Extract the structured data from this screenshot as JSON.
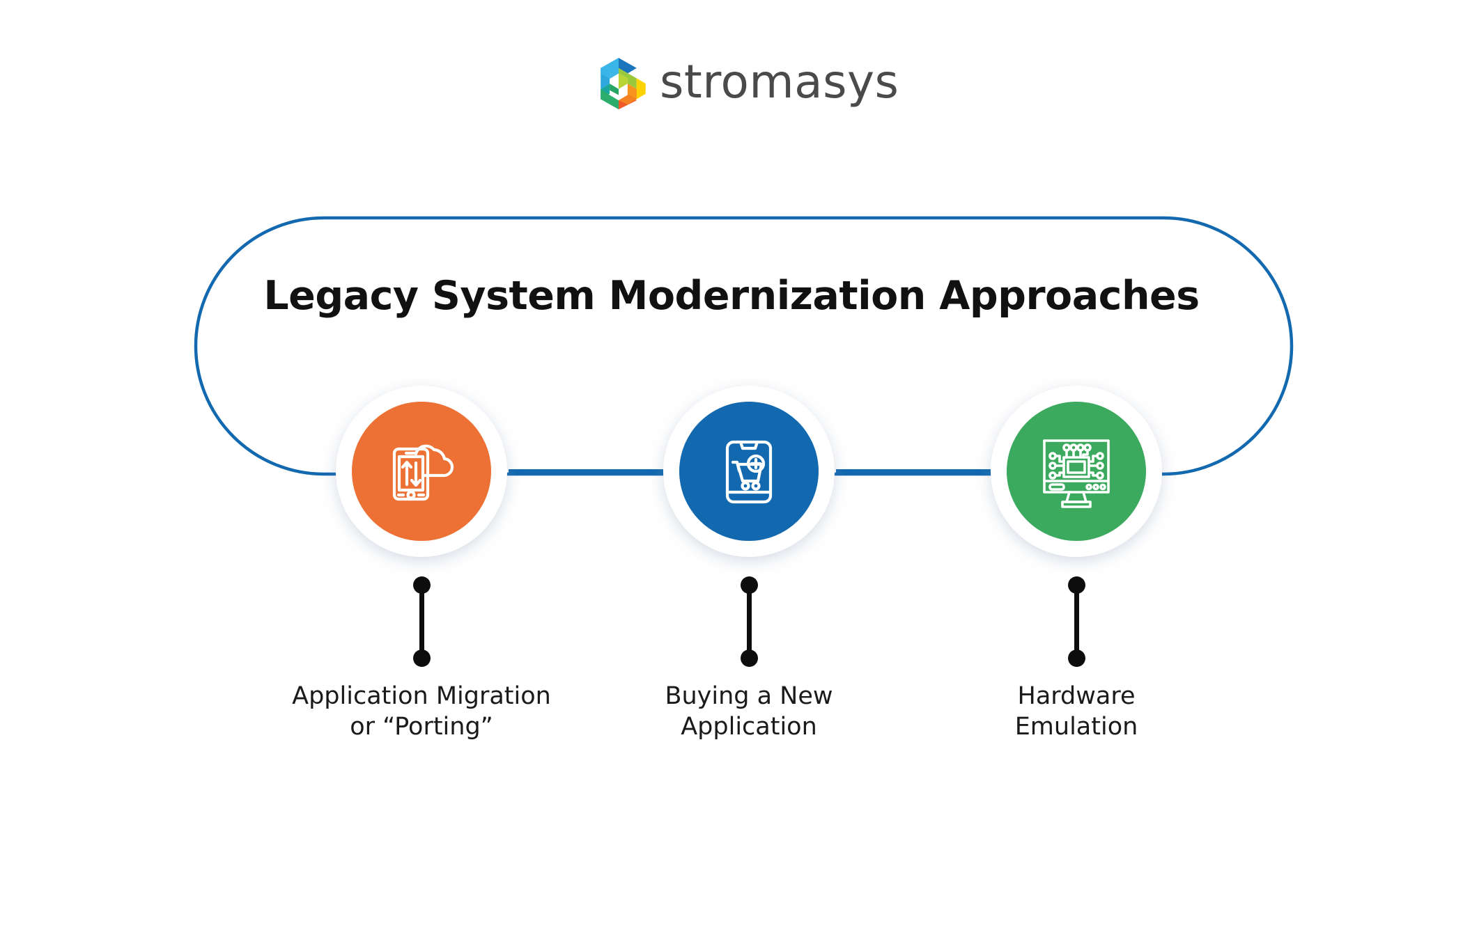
{
  "brand": {
    "name": "stromasys",
    "logo_icon": "stromasys-hexagon-logo-icon",
    "wordmark_color": "#4a4a4a"
  },
  "diagram": {
    "title": "Legacy System Modernization Approaches",
    "container_shape": "rounded-pill-outline",
    "container_outline_color": "#1269B0",
    "connector_color": "#1269B0",
    "stem_color": "#0d0d0d",
    "nodes": [
      {
        "id": "application-migration",
        "icon": "mobile-cloud-sync-icon",
        "color": "#ED7034",
        "label_line1": "Application Migration",
        "label_line2": "or “Porting”"
      },
      {
        "id": "buying-new-application",
        "icon": "mobile-shopping-cart-add-icon",
        "color": "#1269B0",
        "label_line1": "Buying a New",
        "label_line2": "Application"
      },
      {
        "id": "hardware-emulation",
        "icon": "monitor-circuit-chip-icon",
        "color": "#3BAA5E",
        "label_line1": "Hardware",
        "label_line2": "Emulation"
      }
    ]
  }
}
